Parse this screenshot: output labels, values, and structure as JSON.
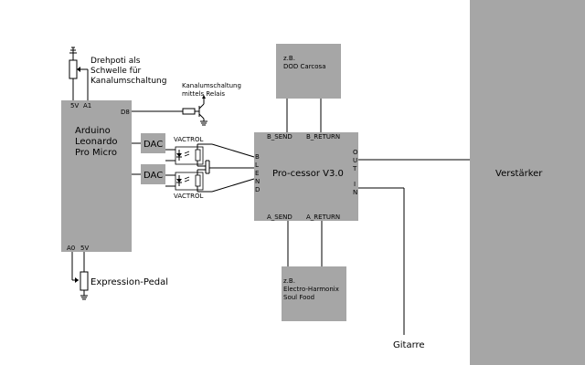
{
  "amp_label": "Verstärker",
  "arduino": {
    "lines": [
      "Arduino",
      "Leonardo",
      "Pro Micro"
    ],
    "pin_5v_top": "5V",
    "pin_a1": "A1",
    "pin_d8": "D8",
    "pin_a0": "A0",
    "pin_5v_bottom": "5V"
  },
  "poti_top": {
    "lines": [
      "Drehpoti als",
      "Schwelle für",
      "Kanalumschaltung"
    ]
  },
  "relay": {
    "lines": [
      "Kanalumschaltung",
      "mittels Relais"
    ]
  },
  "dac_label": "DAC",
  "vactrol_label": "VACTROL",
  "processor": {
    "title": "Pro-cessor V3.0",
    "b_send": "B_SEND",
    "b_return": "B_RETURN",
    "a_send": "A_SEND",
    "a_return": "A_RETURN",
    "blend": [
      "B",
      "L",
      "E",
      "N",
      "D"
    ],
    "out": [
      "O",
      "U",
      "T"
    ],
    "in": [
      "I",
      "N"
    ]
  },
  "effect_b": {
    "lines": [
      "z.B.",
      "DOD Carcosa"
    ]
  },
  "effect_a": {
    "lines": [
      "z.B.",
      "Electro-Harmonix",
      "Soul Food"
    ]
  },
  "expression_label": "Expression-Pedal",
  "guitar_label": "Gitarre",
  "colors": {
    "box": "#a6a6a6",
    "background": "#ffffff",
    "line": "#000000"
  }
}
